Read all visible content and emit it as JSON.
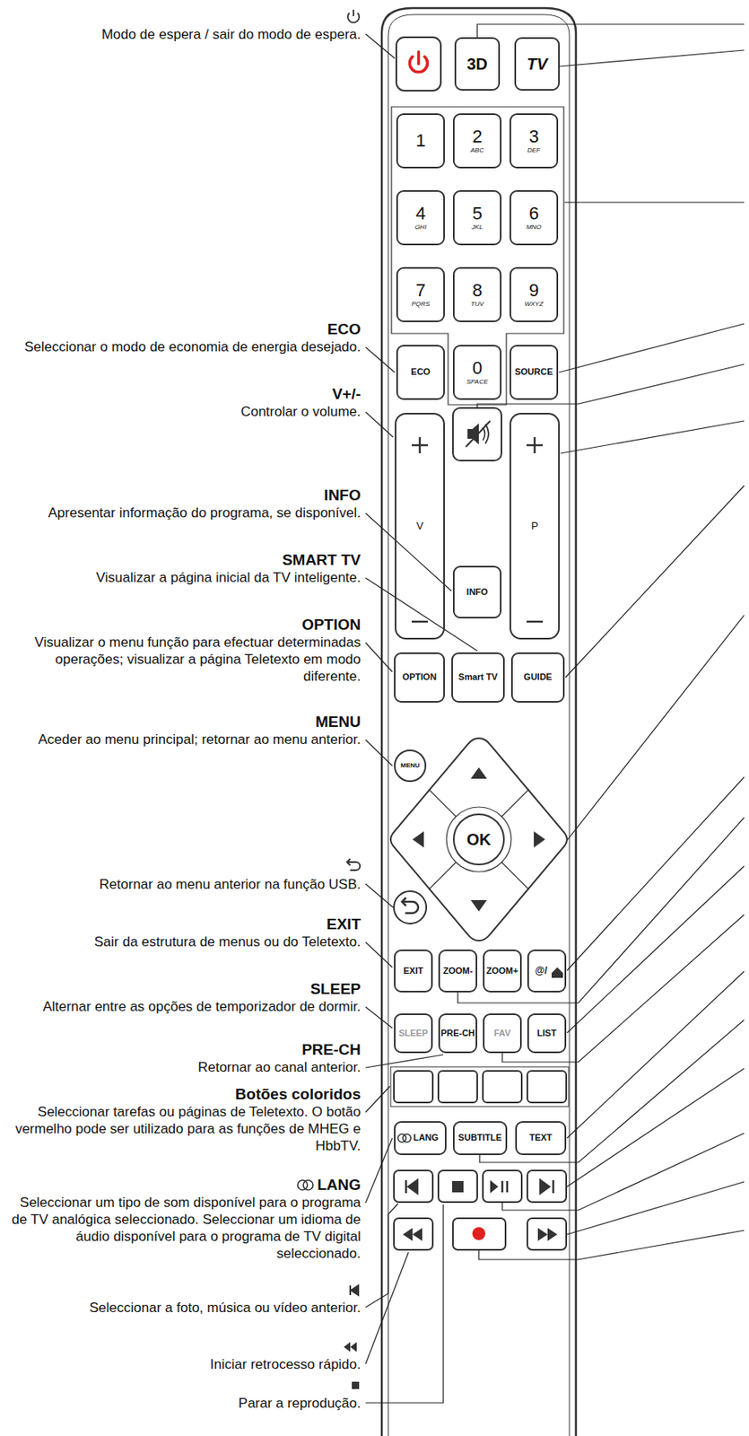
{
  "diagram": {
    "nodes": [
      {
        "text": [
          "3D"
        ]
      },
      {
        "text": [
          "TV"
        ]
      },
      {
        "text": [
          "1"
        ]
      },
      {
        "text": [
          "2",
          "ABC"
        ]
      },
      {
        "text": [
          "3",
          "DEF"
        ]
      },
      {
        "text": [
          "4",
          "GHI"
        ]
      },
      {
        "text": [
          "5",
          "JKL"
        ]
      },
      {
        "text": [
          "6",
          "MNO"
        ]
      },
      {
        "text": [
          "7",
          "PQRS"
        ]
      },
      {
        "text": [
          "8",
          "TUV"
        ]
      },
      {
        "text": [
          "9",
          "WXYZ"
        ]
      },
      {
        "text": [
          "ECO"
        ]
      },
      {
        "text": [
          "0",
          "SPACE"
        ]
      },
      {
        "text": [
          "SOURCE"
        ]
      },
      {
        "text": [
          "V"
        ]
      },
      {
        "text": [
          "INFO"
        ]
      },
      {
        "text": [
          "P"
        ]
      },
      {
        "text": [
          "OPTION"
        ]
      },
      {
        "text": [
          "Smart TV"
        ]
      },
      {
        "text": [
          "GUIDE"
        ]
      },
      {
        "text": [
          "MENU"
        ]
      },
      {
        "text": [
          "OK"
        ]
      },
      {
        "text": [
          "EXIT"
        ]
      },
      {
        "text": [
          "ZOOM-"
        ]
      },
      {
        "text": [
          "ZOOM+"
        ]
      },
      {
        "text": [
          "@/"
        ]
      },
      {
        "text": [
          "SLEEP"
        ]
      },
      {
        "text": [
          "PRE-CH"
        ]
      },
      {
        "text": [
          "FAV"
        ]
      },
      {
        "text": [
          "LIST"
        ]
      },
      {
        "text": [
          "LANG"
        ]
      },
      {
        "text": [
          "SUBTITLE"
        ]
      },
      {
        "text": [
          "TEXT"
        ]
      }
    ],
    "labels": [
      "Modo de espera / sair do modo de espera.",
      "ECO",
      "Seleccionar o modo de economia de energia desejado.",
      "V+/-",
      "Controlar o volume.",
      "INFO",
      "Apresentar informação do programa, se disponível.",
      "SMART TV",
      "Visualizar a página inicial da TV inteligente.",
      "OPTION",
      "Visualizar o menu função para efectuar determinadas operações; visualizar a página Teletexto em modo diferente.",
      "MENU",
      "Aceder ao menu principal; retornar ao menu anterior.",
      "Retornar ao menu anterior na função USB.",
      "EXIT",
      "Sair da estrutura de menus ou do Teletexto.",
      "SLEEP",
      "Alternar entre as opções de temporizador de dormir.",
      "PRE-CH",
      "Retornar ao canal anterior.",
      "Botões coloridos",
      "Seleccionar tarefas ou páginas de Teletexto. O botão vermelho pode ser utilizado para as funções de MHEG e HbbTV.",
      "LANG",
      "Seleccionar um tipo de som disponível para o programa de TV analógica seleccionado. Seleccionar um idioma de áudio disponível para o programa de TV digital seleccionado.",
      "Seleccionar a foto, música ou vídeo anterior.",
      "Iniciar retrocesso rápido.",
      "Parar a reprodução."
    ]
  }
}
